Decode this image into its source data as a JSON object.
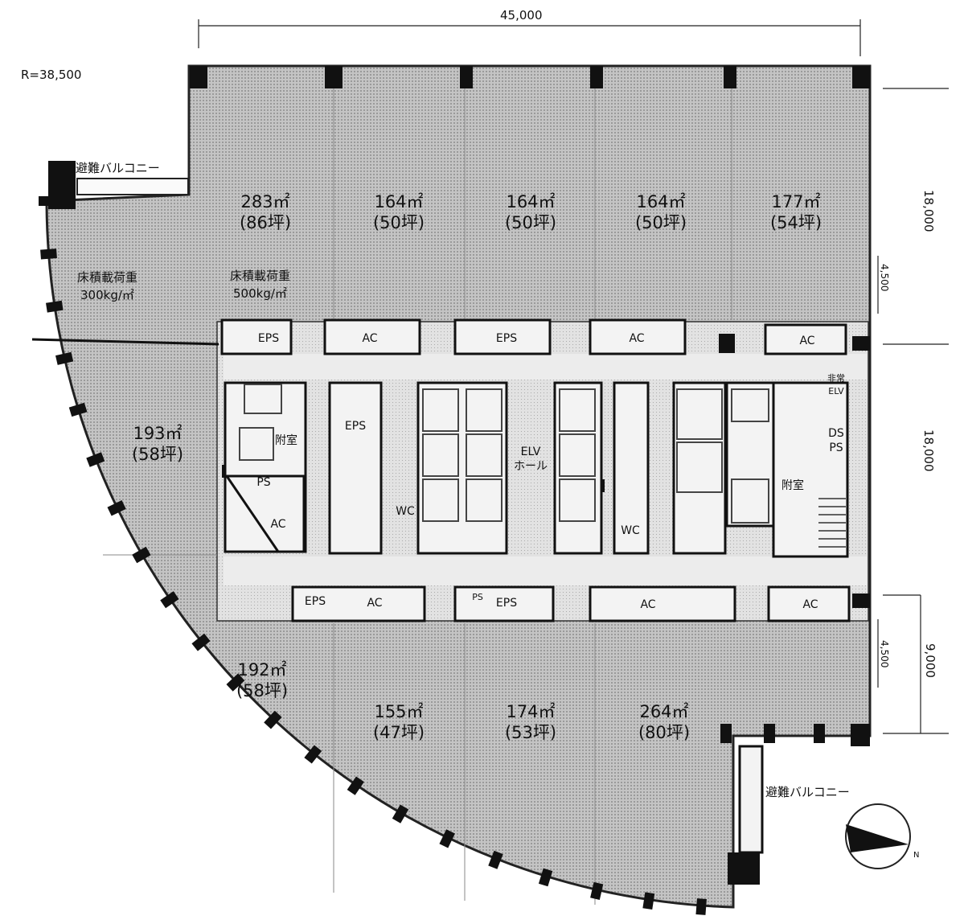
{
  "dimensions": {
    "overall_width": "45,000",
    "radius": "R=38,500",
    "right_top": "18,000",
    "right_mid": "18,000",
    "right_bottom": "9,000",
    "gap_upper": "4,500",
    "gap_lower": "4,500"
  },
  "labels": {
    "balcony_top": "避難バルコニー",
    "balcony_bottom": "避難バルコニー",
    "load_normal": "床積載荷重",
    "load_normal_value": "300kg/㎡",
    "load_heavy": "床積載荷重",
    "load_heavy_value": "500kg/㎡",
    "elv_hall_1": "ELV",
    "elv_hall_2": "ホール"
  },
  "areas": [
    {
      "sqm": "283㎡",
      "tsubo": "(86坪)"
    },
    {
      "sqm": "164㎡",
      "tsubo": "(50坪)"
    },
    {
      "sqm": "164㎡",
      "tsubo": "(50坪)"
    },
    {
      "sqm": "164㎡",
      "tsubo": "(50坪)"
    },
    {
      "sqm": "177㎡",
      "tsubo": "(54坪)"
    },
    {
      "sqm": "193㎡",
      "tsubo": "(58坪)"
    },
    {
      "sqm": "192㎡",
      "tsubo": "(58坪)"
    },
    {
      "sqm": "155㎡",
      "tsubo": "(47坪)"
    },
    {
      "sqm": "174㎡",
      "tsubo": "(53坪)"
    },
    {
      "sqm": "264㎡",
      "tsubo": "(80坪)"
    }
  ],
  "rooms": {
    "eps": "EPS",
    "ac": "AC",
    "ps": "PS",
    "wc": "WC",
    "annex": "附室",
    "ds": "DS",
    "ds_ps": "PS",
    "emergency_elv_1": "非常",
    "emergency_elv_2": "ELV"
  },
  "colors": {
    "floor_fill": "#b9b9b9",
    "core_fill": "#d8d8d8",
    "wall": "#111111",
    "room_fill": "#f2f2f2"
  }
}
